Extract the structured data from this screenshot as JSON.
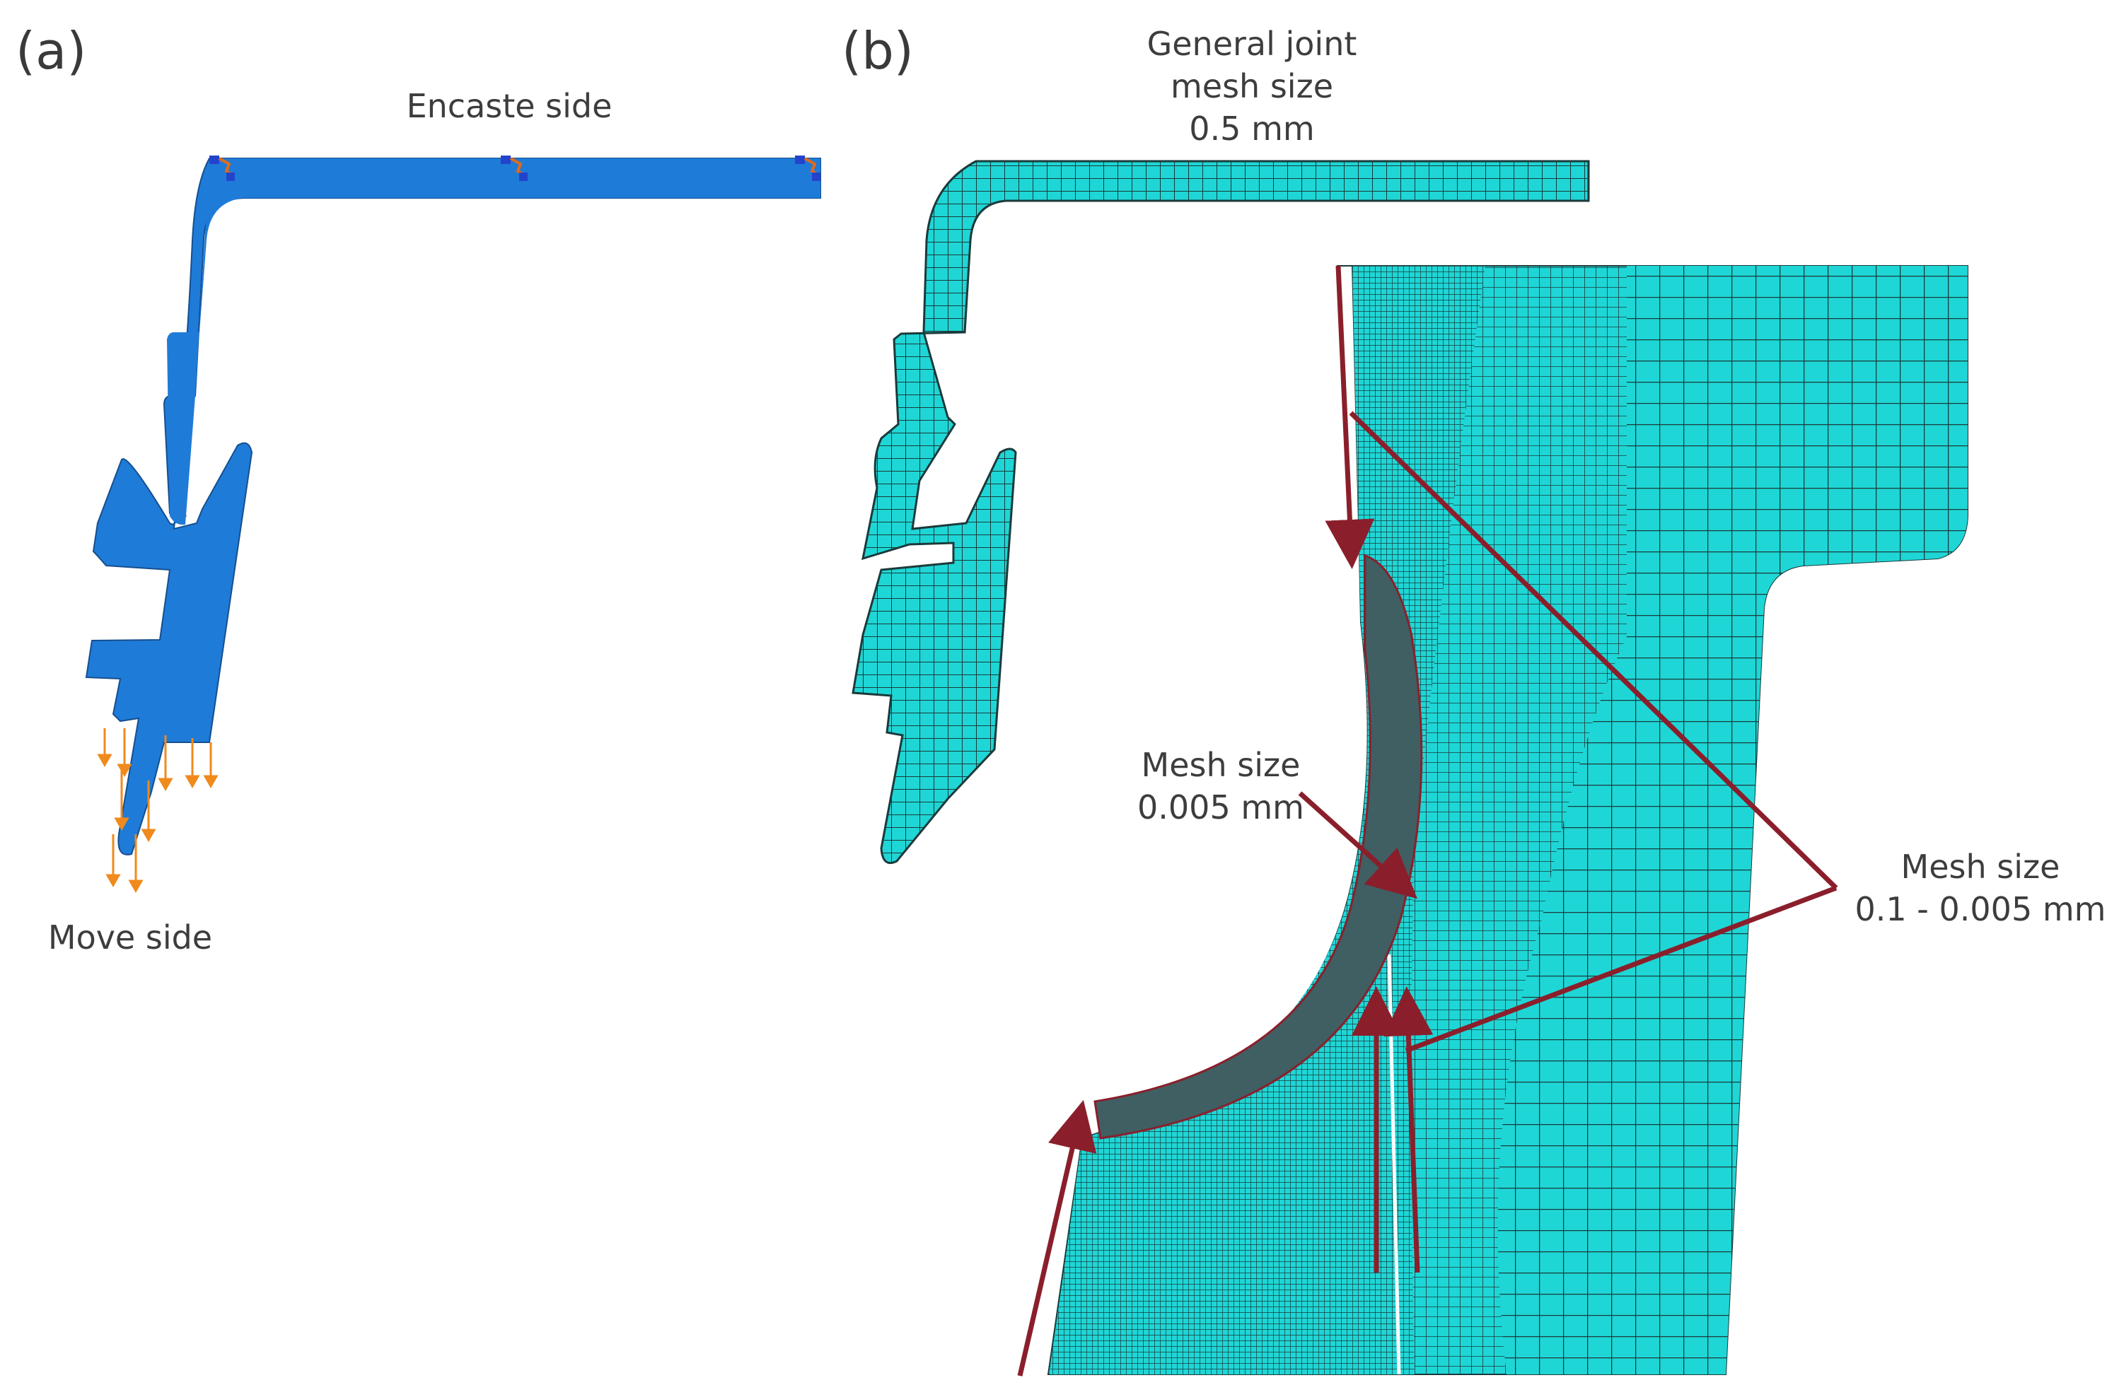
{
  "panel_a": {
    "label": "(a)",
    "top_caption": "Encaste side",
    "bottom_caption": "Move side"
  },
  "panel_b": {
    "label": "(b)",
    "general_mesh": [
      "General joint",
      "mesh size",
      "0.5 mm"
    ],
    "mesh_fine": [
      "Mesh size",
      "0.005 mm"
    ],
    "mesh_range": [
      "Mesh size",
      "0.1 - 0.005 mm"
    ]
  },
  "colors": {
    "part_blue": "#1f7bd8",
    "mesh_cyan": "#1fd6d6",
    "mesh_line": "#1b3a3a",
    "arrow_maroon": "#8a1f2b",
    "load_orange": "#f08a1c",
    "fine_band": "#3f5f63"
  }
}
